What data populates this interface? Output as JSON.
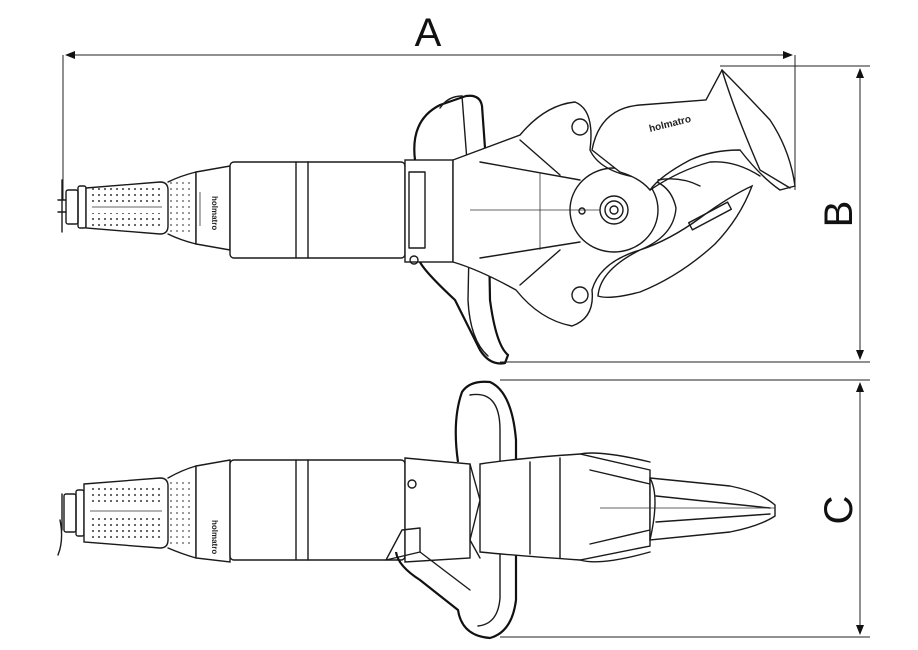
{
  "dimensions": {
    "a_label": "A",
    "b_label": "B",
    "c_label": "C"
  },
  "branding": {
    "logo_text": "holmatro",
    "blade_text": "holmatro"
  },
  "colors": {
    "line": "#1a1a1a",
    "background": "#ffffff"
  }
}
